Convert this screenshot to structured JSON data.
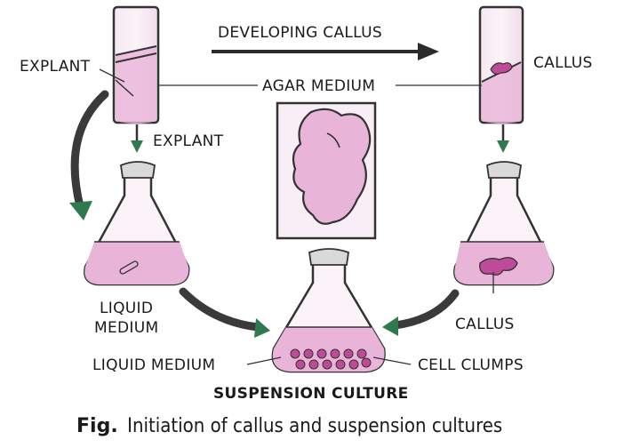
{
  "labels": {
    "developing_callus": "DEVELOPING CALLUS",
    "explant_left": "EXPLANT",
    "explant_below": "EXPLANT",
    "agar_medium": "AGAR MEDIUM",
    "callus_top": "CALLUS",
    "callus_bottom": "CALLUS",
    "liquid_medium_line1": "LIQUID",
    "liquid_medium_line2": "MEDIUM",
    "liquid_medium_center": "LIQUID MEDIUM",
    "cell_clumps": "CELL CLUMPS",
    "suspension_culture": "SUSPENSION CULTURE"
  },
  "caption": {
    "prefix": "Fig.",
    "text": "Initiation of callus and suspension cultures"
  },
  "colors": {
    "medium_pink": "#e8b4d8",
    "callus_magenta": "#c04a9a",
    "arrow_dark": "#3a3a3a"
  }
}
